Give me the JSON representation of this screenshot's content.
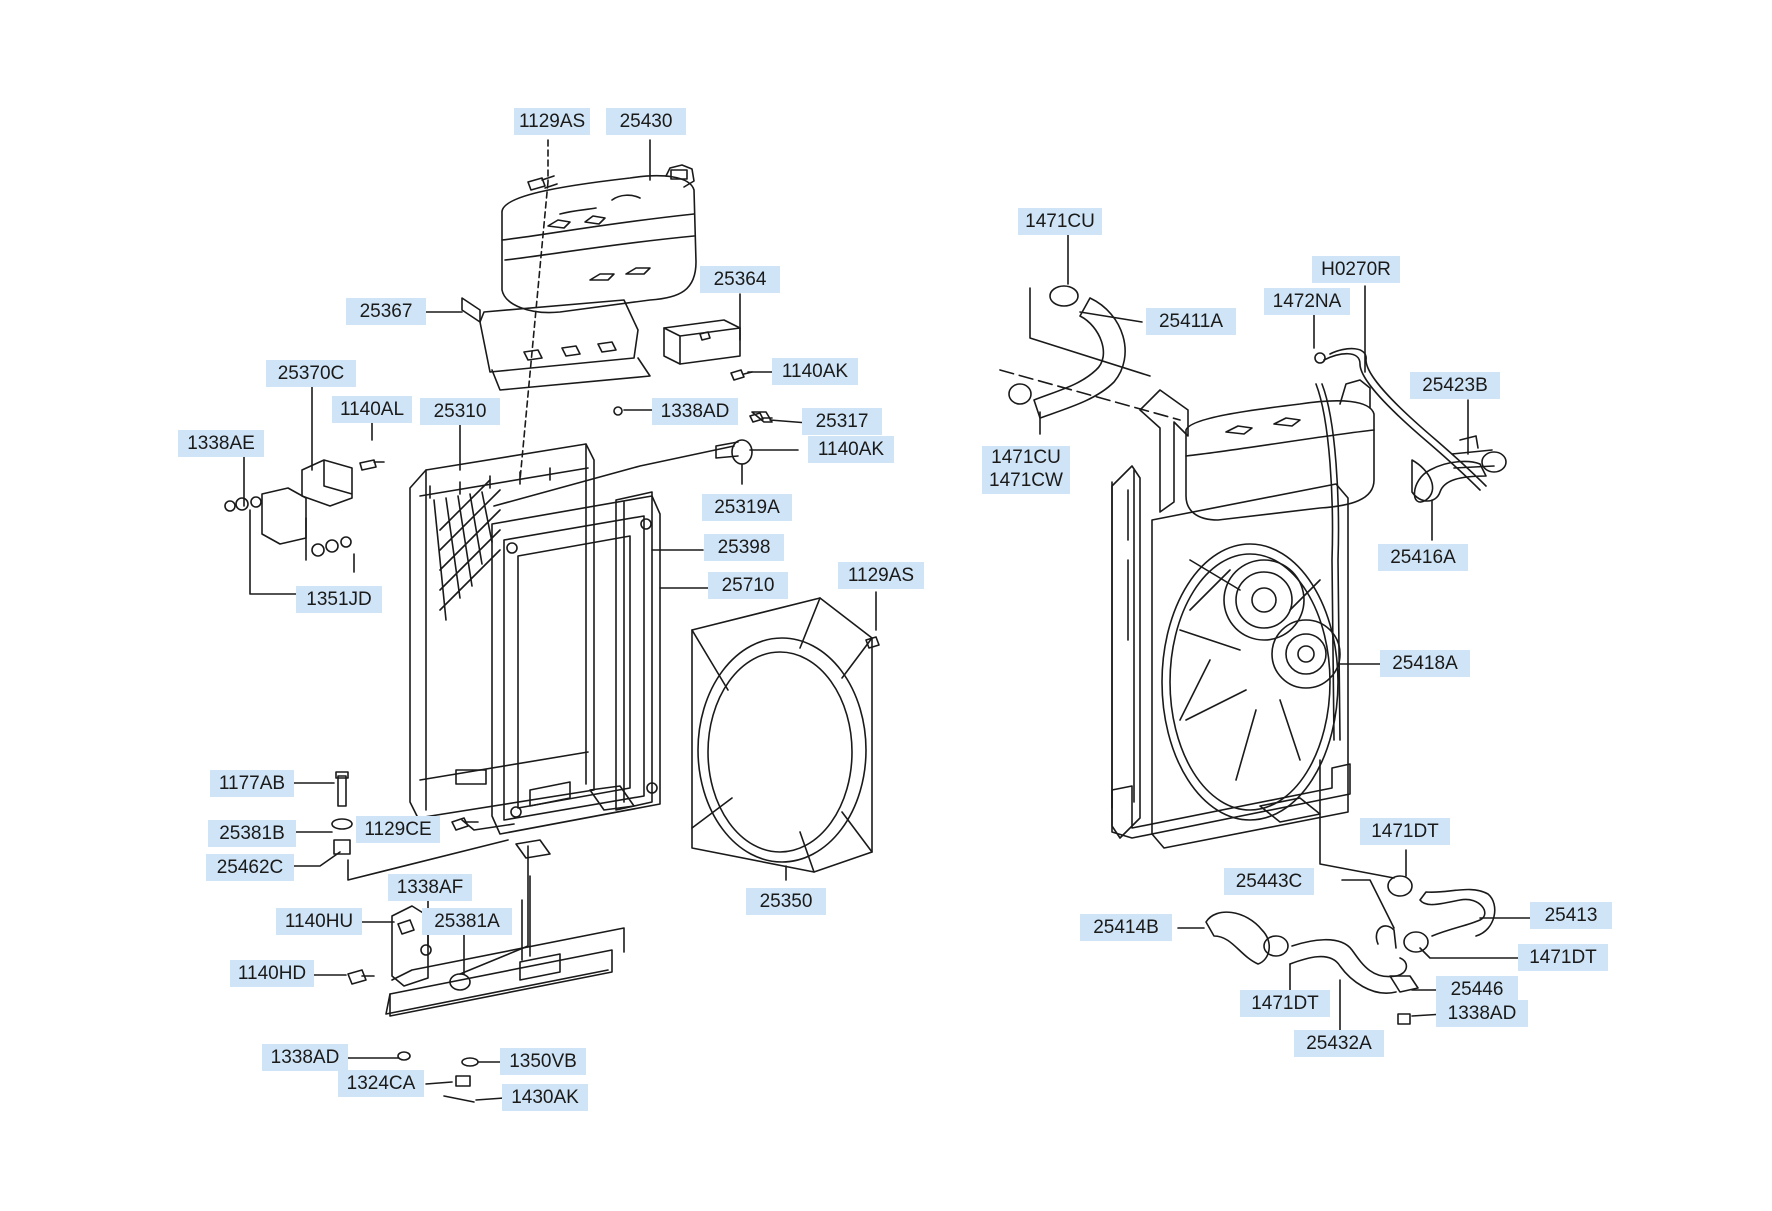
{
  "colors": {
    "label_bg": "#cfe4f6",
    "line": "#1a1a1a",
    "background": "#ffffff"
  },
  "labels": {
    "p1129AS_top": "1129AS",
    "p25430": "25430",
    "p25364": "25364",
    "p25367": "25367",
    "p1140AK_a": "1140AK",
    "p25370C": "25370C",
    "p1140AL": "1140AL",
    "p25310": "25310",
    "p1338AD_a": "1338AD",
    "p25317": "25317",
    "p1338AE": "1338AE",
    "p1140AK_b": "1140AK",
    "p25319A": "25319A",
    "p25398": "25398",
    "p1351JD": "1351JD",
    "p25710": "25710",
    "p1129AS_mid": "1129AS",
    "p1177AB": "1177AB",
    "p25381B": "25381B",
    "p1129CE": "1129CE",
    "p25462C": "25462C",
    "p1338AF": "1338AF",
    "p25350": "25350",
    "p1140HU": "1140HU",
    "p25381A": "25381A",
    "p1140HD": "1140HD",
    "p1338AD_b": "1338AD",
    "p1350VB": "1350VB",
    "p1324CA": "1324CA",
    "p1430AK": "1430AK",
    "p1471CU_top": "1471CU",
    "pH0270R": "H0270R",
    "p1472NA": "1472NA",
    "p25411A": "25411A",
    "p25423B": "25423B",
    "p1471CU_low_1": "1471CU",
    "p1471CU_low_2": "1471CW",
    "p25416A": "25416A",
    "p25418A": "25418A",
    "p1471DT_a": "1471DT",
    "p25443C": "25443C",
    "p25413": "25413",
    "p25414B": "25414B",
    "p1471DT_b": "1471DT",
    "p25446": "25446",
    "p1471DT_c": "1471DT",
    "p1338AD_c": "1338AD",
    "p25432A": "25432A"
  }
}
